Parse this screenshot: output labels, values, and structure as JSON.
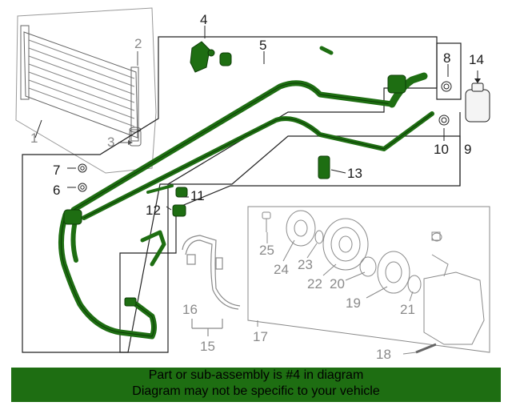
{
  "diagram": {
    "callouts": {
      "c1": "1",
      "c2": "2",
      "c3": "3",
      "c4": "4",
      "c5": "5",
      "c6": "6",
      "c7": "7",
      "c8": "8",
      "c9": "9",
      "c10": "10",
      "c11": "11",
      "c12": "12",
      "c13": "13",
      "c14": "14",
      "c15": "15",
      "c16": "16",
      "c17": "17",
      "c18": "18",
      "c19": "19",
      "c20": "20",
      "c21": "21",
      "c22": "22",
      "c23": "23",
      "c24": "24",
      "c25": "25"
    },
    "highlight_color": "#1e6e12"
  },
  "banner": {
    "line1": "Part or sub-assembly is #4 in diagram",
    "line2": "Diagram may not be specific to your vehicle"
  }
}
